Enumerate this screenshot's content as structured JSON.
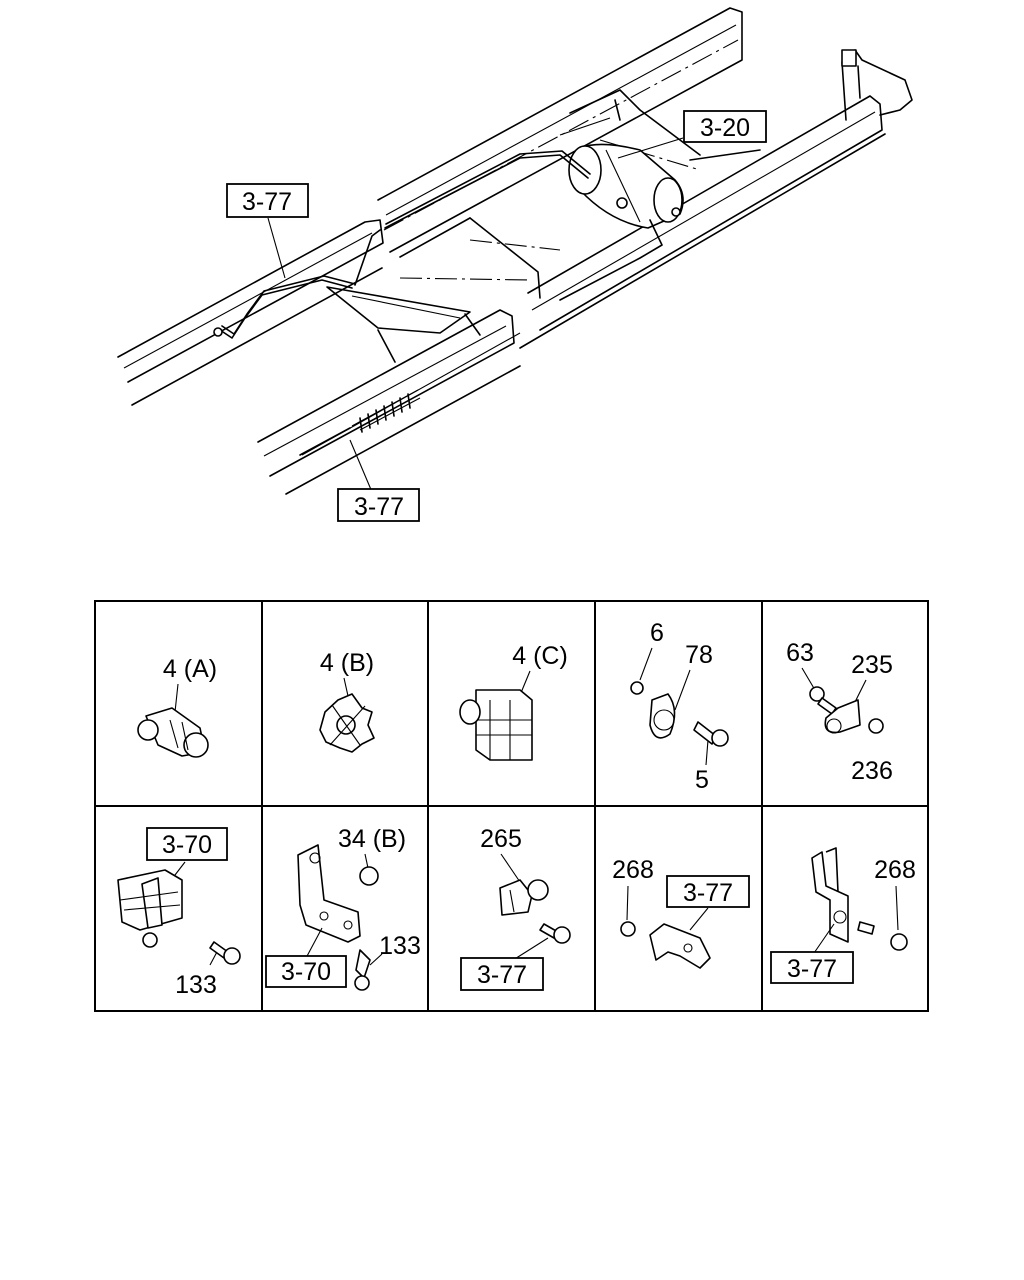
{
  "top_diagram": {
    "callouts": {
      "top_left_ref": "3-77",
      "top_right_ref": "3-20",
      "bottom_ref": "3-77"
    }
  },
  "parts_grid": {
    "row1": {
      "cell1": {
        "label": "4 (A)"
      },
      "cell2": {
        "label": "4 (B)"
      },
      "cell3": {
        "label": "4 (C)"
      },
      "cell4": {
        "nut": "6",
        "clip": "78",
        "bolt": "5"
      },
      "cell5": {
        "bolt": "63",
        "clip": "235",
        "nut": "236"
      }
    },
    "row2": {
      "cell1": {
        "ref": "3-70",
        "bolt": "133"
      },
      "cell2": {
        "nut": "34 (B)",
        "ref": "3-70",
        "bolt": "133"
      },
      "cell3": {
        "clip": "265",
        "ref": "3-77"
      },
      "cell4": {
        "nut": "268",
        "ref": "3-77"
      },
      "cell5": {
        "nut": "268",
        "ref": "3-77"
      }
    }
  }
}
